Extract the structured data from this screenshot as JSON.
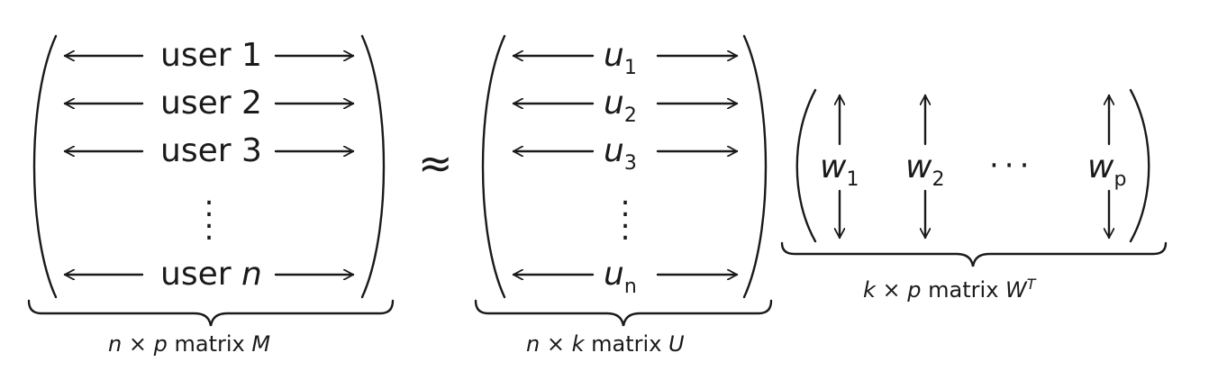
{
  "matrix_m": {
    "rows": [
      {
        "label": "user",
        "index": "1",
        "index_italic": false
      },
      {
        "label": "user",
        "index": "2",
        "index_italic": false
      },
      {
        "label": "user",
        "index": "3",
        "index_italic": false
      },
      {
        "label": "user",
        "index": "n",
        "index_italic": true
      }
    ],
    "caption": {
      "dim_a": "n",
      "times": "×",
      "dim_b": "p",
      "word": "matrix",
      "name": "M"
    }
  },
  "approx_symbol": "≈",
  "matrix_u": {
    "rows": [
      {
        "symbol": "u",
        "sub": "1"
      },
      {
        "symbol": "u",
        "sub": "2"
      },
      {
        "symbol": "u",
        "sub": "3"
      },
      {
        "symbol": "u",
        "sub": "n"
      }
    ],
    "caption": {
      "dim_a": "n",
      "times": "×",
      "dim_b": "k",
      "word": "matrix",
      "name": "U"
    }
  },
  "matrix_wt": {
    "cols": [
      {
        "symbol": "w",
        "sub": "1"
      },
      {
        "symbol": "w",
        "sub": "2"
      },
      {
        "symbol": "w",
        "sub": "p"
      }
    ],
    "ellipsis": "···",
    "caption": {
      "dim_a": "k",
      "times": "×",
      "dim_b": "p",
      "word": "matrix",
      "name": "W",
      "sup": "T"
    }
  },
  "colors": {
    "ink": "#1a1a1a",
    "background": "#ffffff"
  }
}
